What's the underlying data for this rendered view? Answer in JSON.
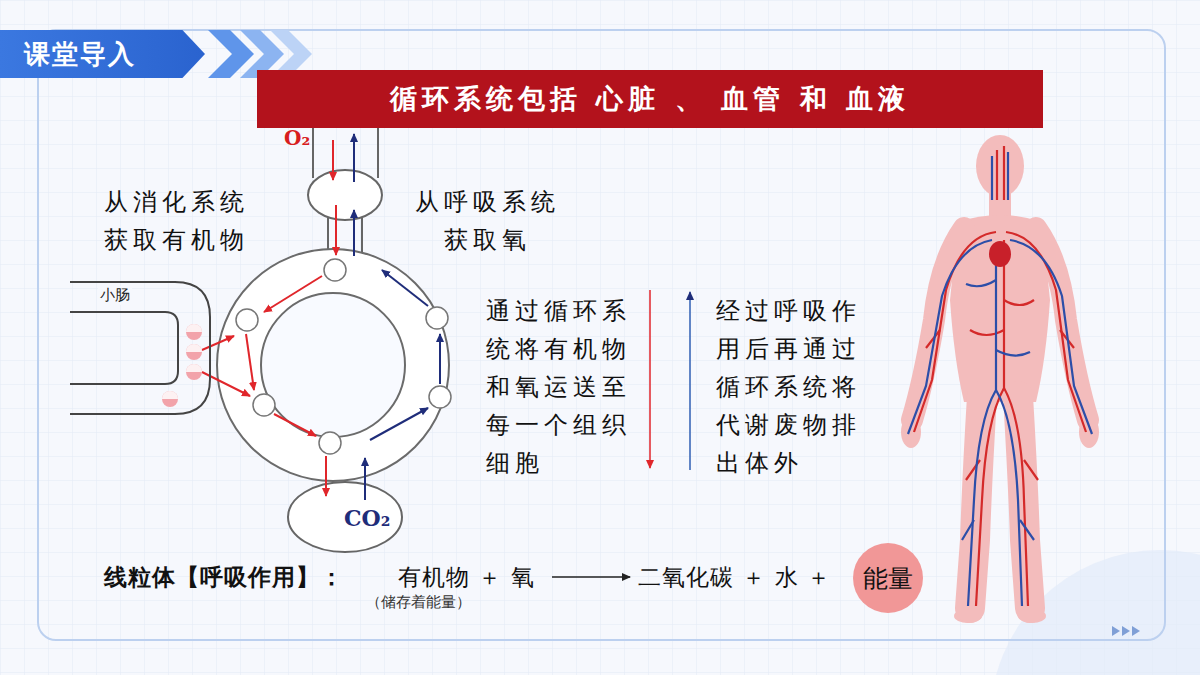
{
  "diagram": {
    "title": "循环系统包括 心脏 、 血管 和 血液",
    "nodes": [
      {
        "text": [
          "课堂导入"
        ]
      },
      {
        "text": [
          "小肠"
        ]
      },
      {
        "text": [
          "能量"
        ]
      }
    ],
    "labels": [
      "O₂",
      "从消化系统 获取有机物",
      "从呼吸系统 获取氧",
      "通过循环系 统将有机物 和氧运送至 每一个组织 细胞",
      "经过呼吸作 用后再通过 循环系统将 代谢废物排 出体外",
      "CO₂",
      "线粒体【呼吸作用】：",
      "有机物 ＋ 氧",
      "二氧化碳 ＋ 水 ＋",
      "（储存着能量）"
    ]
  }
}
